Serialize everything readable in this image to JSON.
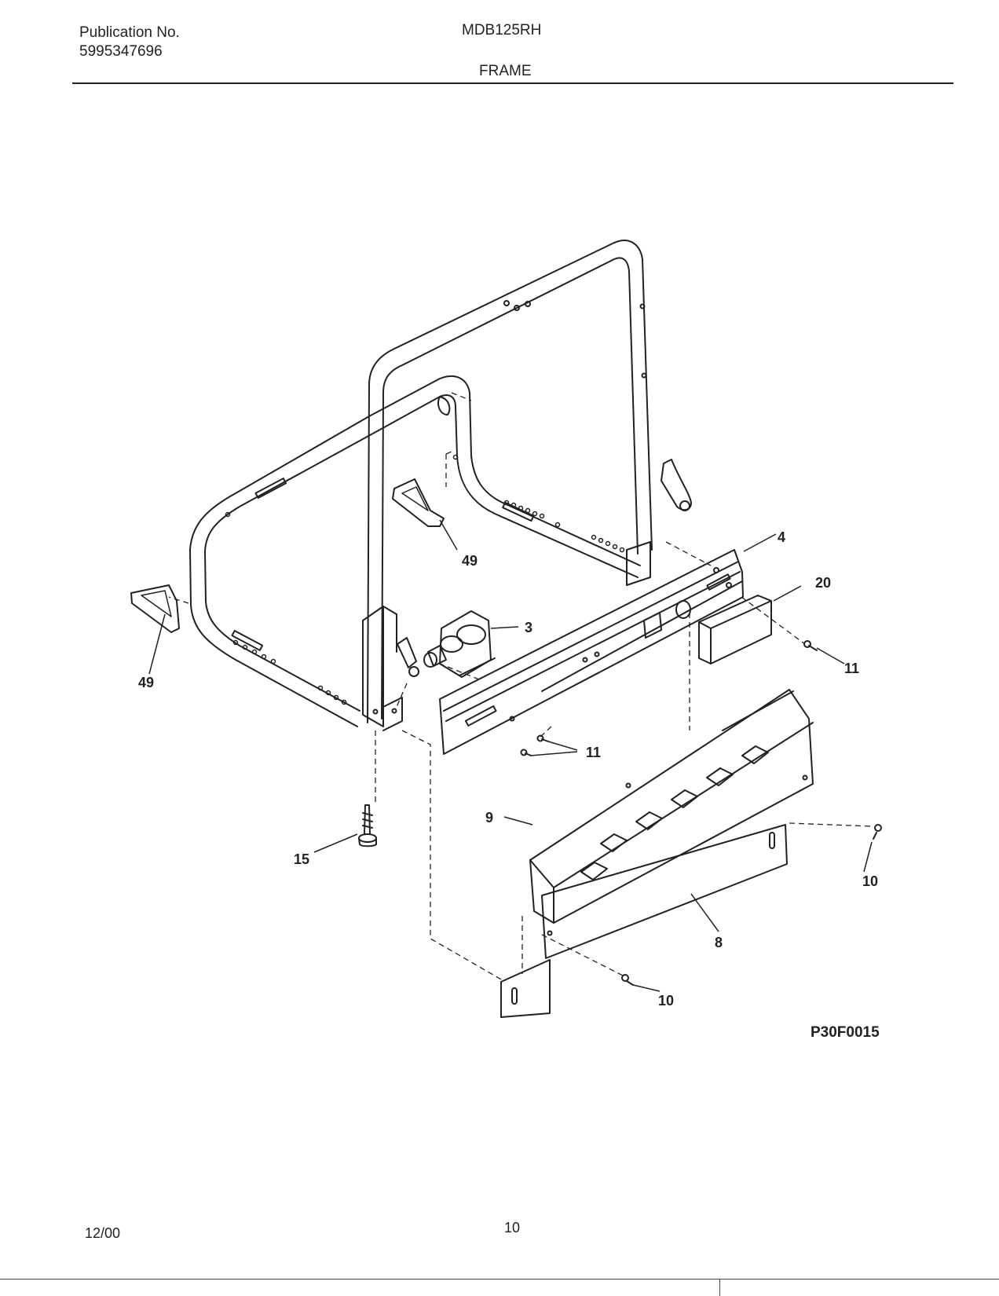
{
  "header": {
    "publication_label": "Publication No.",
    "publication_number": "5995347696",
    "model": "MDB125RH",
    "section_title": "FRAME"
  },
  "diagram": {
    "callouts": {
      "c4": "4",
      "c20": "20",
      "c3": "3",
      "c11a": "11",
      "c11b": "11",
      "c49a": "49",
      "c49b": "49",
      "c9": "9",
      "c15": "15",
      "c10a": "10",
      "c10b": "10",
      "c8": "8"
    },
    "figure_code": "P30F0015"
  },
  "footer": {
    "date": "12/00",
    "page": "10"
  }
}
